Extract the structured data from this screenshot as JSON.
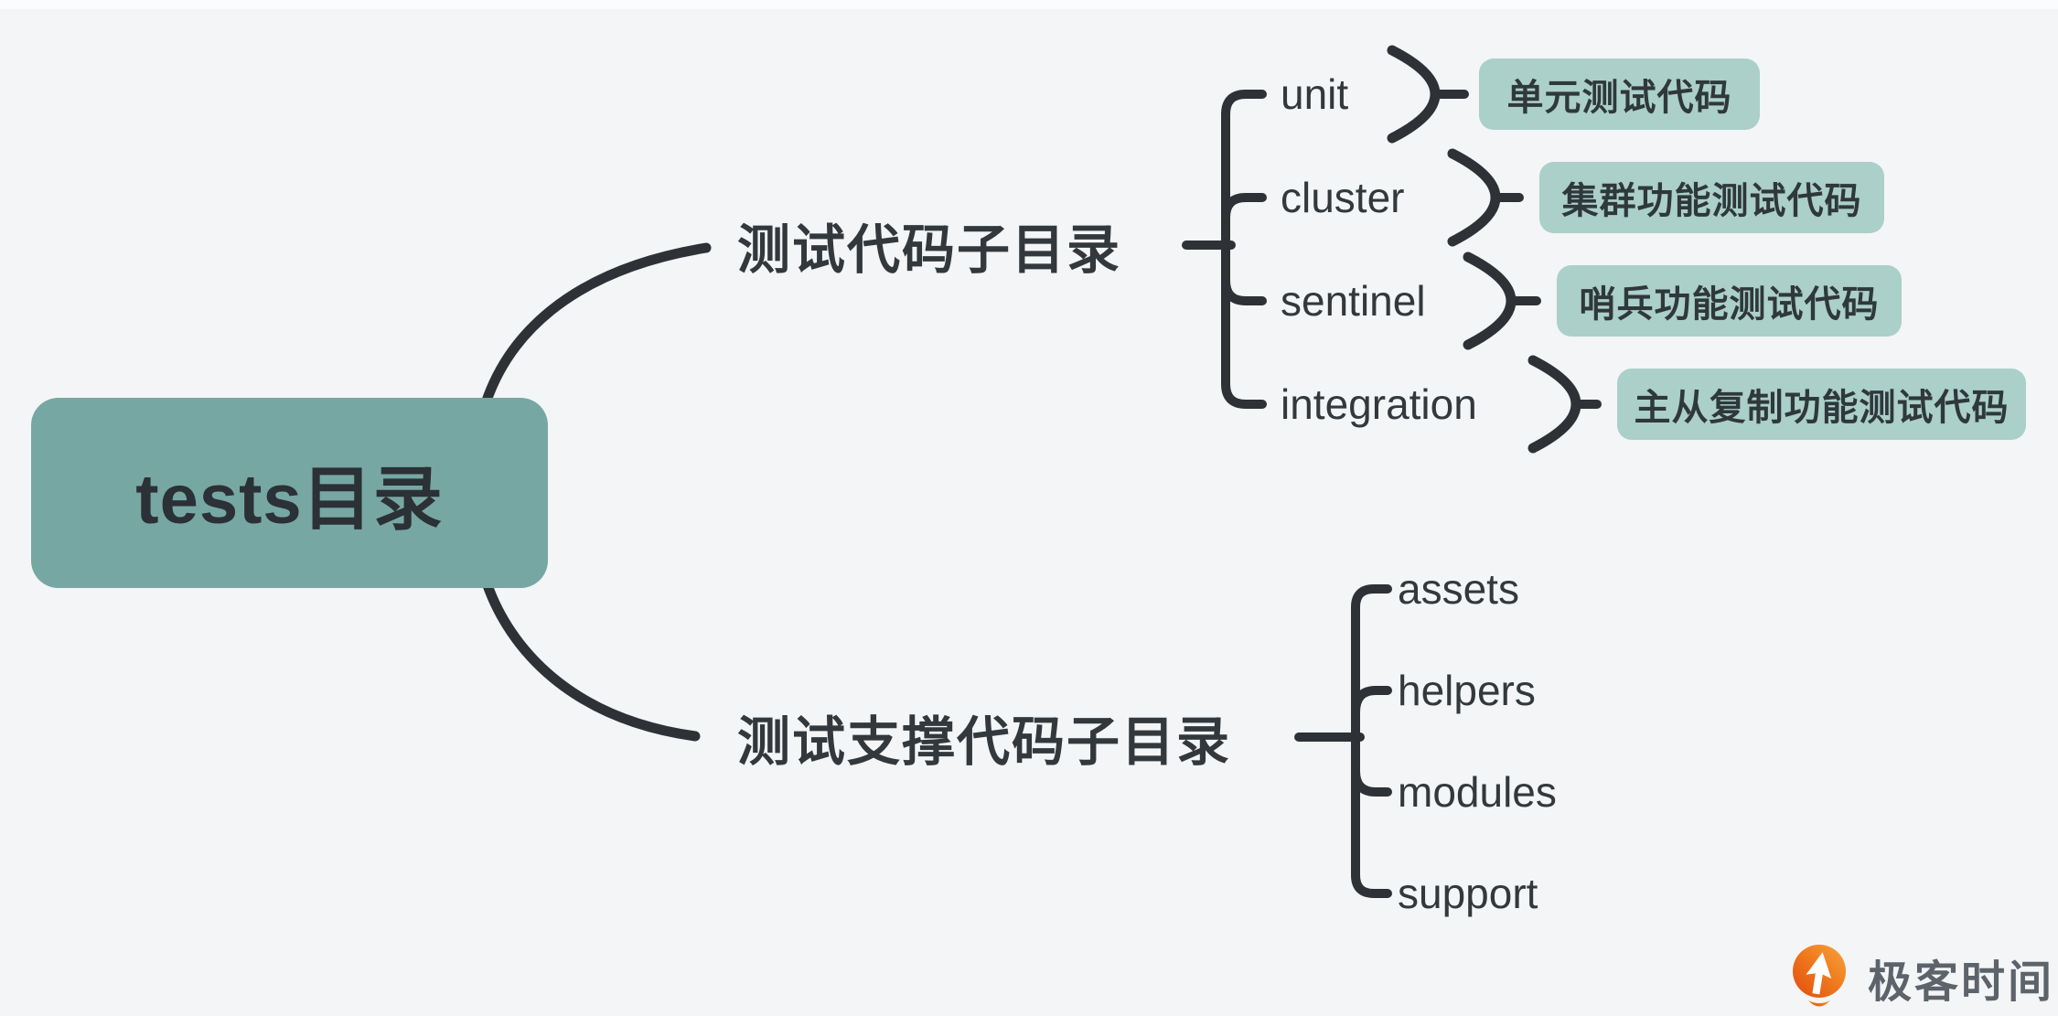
{
  "background": "#f3f5f6",
  "colors": {
    "ink": "#33383c",
    "line": "#2e3236",
    "root_fill": "#77a7a3",
    "root_text": "#2b3136",
    "leaf_box_fill": "#abcfc9",
    "leaf_box_text": "#2f383b",
    "logo_orange": "#ee6a1a",
    "logo_text": "#5c636a"
  },
  "root": {
    "label": "tests目录"
  },
  "branches": [
    {
      "label": "测试代码子目录",
      "children": [
        {
          "name": "unit",
          "desc": "单元测试代码"
        },
        {
          "name": "cluster",
          "desc": "集群功能测试代码"
        },
        {
          "name": "sentinel",
          "desc": "哨兵功能测试代码"
        },
        {
          "name": "integration",
          "desc": "主从复制功能测试代码"
        }
      ]
    },
    {
      "label": "测试支撑代码子目录",
      "children": [
        {
          "name": "assets"
        },
        {
          "name": "helpers"
        },
        {
          "name": "modules"
        },
        {
          "name": "support"
        }
      ]
    }
  ],
  "watermark": {
    "text": "极客时间"
  }
}
